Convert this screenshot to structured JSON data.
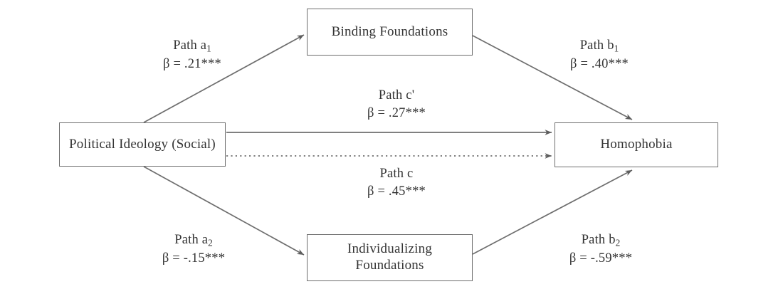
{
  "diagram": {
    "type": "mediation-path-model",
    "nodes": [
      {
        "id": "ideology",
        "label": "Political Ideology (Social)",
        "role": "predictor"
      },
      {
        "id": "binding",
        "label": "Binding Foundations",
        "role": "mediator"
      },
      {
        "id": "individualizing",
        "label_line1": "Individualizing",
        "label_line2": "Foundations",
        "role": "mediator"
      },
      {
        "id": "homophobia",
        "label": "Homophobia",
        "role": "outcome"
      }
    ],
    "paths": [
      {
        "id": "a1",
        "name": "Path a",
        "subscript": "1",
        "coefficient": "β = .21***",
        "beta": 0.21,
        "significance": "***",
        "from": "ideology",
        "to": "binding",
        "style": "solid"
      },
      {
        "id": "b1",
        "name": "Path b",
        "subscript": "1",
        "coefficient": "β = .40***",
        "beta": 0.4,
        "significance": "***",
        "from": "binding",
        "to": "homophobia",
        "style": "solid"
      },
      {
        "id": "cprime",
        "name": "Path c'",
        "subscript": "",
        "coefficient": "β = .27***",
        "beta": 0.27,
        "significance": "***",
        "from": "ideology",
        "to": "homophobia",
        "style": "solid"
      },
      {
        "id": "c",
        "name": "Path c",
        "subscript": "",
        "coefficient": "β = .45***",
        "beta": 0.45,
        "significance": "***",
        "from": "ideology",
        "to": "homophobia",
        "style": "dotted"
      },
      {
        "id": "a2",
        "name": "Path a",
        "subscript": "2",
        "coefficient": "β = -.15***",
        "beta": -0.15,
        "significance": "***",
        "from": "ideology",
        "to": "individualizing",
        "style": "solid"
      },
      {
        "id": "b2",
        "name": "Path b",
        "subscript": "2",
        "coefficient": "β = -.59***",
        "beta": -0.59,
        "significance": "***",
        "from": "individualizing",
        "to": "homophobia",
        "style": "solid"
      }
    ],
    "colors": {
      "line": "#6e6e6e",
      "box_border": "#6e6e6e",
      "text": "#333333",
      "background": "#ffffff"
    }
  }
}
